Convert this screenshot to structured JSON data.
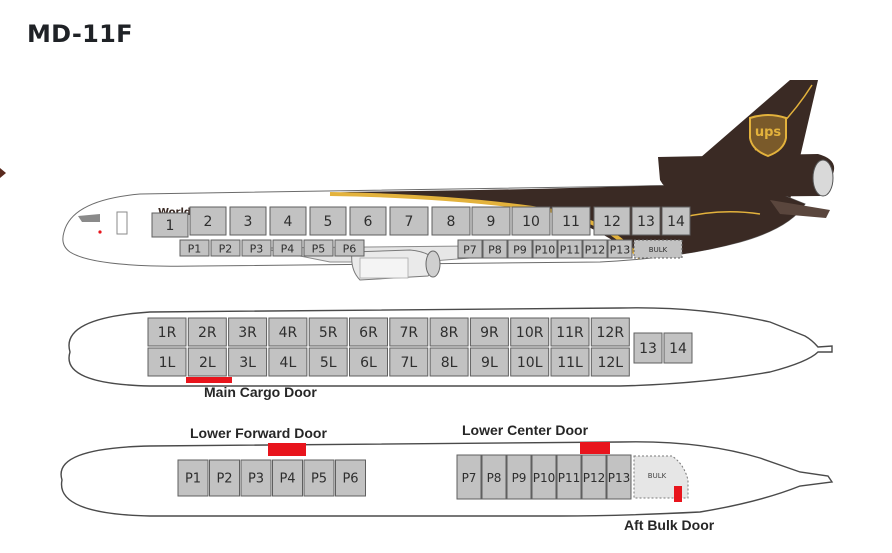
{
  "title": "MD-11F",
  "brand": "ups",
  "tail_text": "Worldwide",
  "colors": {
    "brown": "#3a2a24",
    "gold": "#e3b23c",
    "door": "#e8141c",
    "slot_fill": "#c2c2c2"
  },
  "side_view": {
    "main_positions": [
      "1",
      "2",
      "3",
      "4",
      "5",
      "6",
      "7",
      "8",
      "9",
      "10",
      "11",
      "12",
      "13",
      "14"
    ],
    "lower_forward": [
      "P1",
      "P2",
      "P3",
      "P4",
      "P5",
      "P6"
    ],
    "lower_aft": [
      "P7",
      "P8",
      "P9",
      "P10",
      "P11",
      "P12",
      "P13"
    ],
    "bulk": "BULK"
  },
  "main_deck": {
    "right": [
      "1R",
      "2R",
      "3R",
      "4R",
      "5R",
      "6R",
      "7R",
      "8R",
      "9R",
      "10R",
      "11R",
      "12R"
    ],
    "left": [
      "1L",
      "2L",
      "3L",
      "4L",
      "5L",
      "6L",
      "7L",
      "8L",
      "9L",
      "10L",
      "11L",
      "12L"
    ],
    "aft": [
      "13",
      "14"
    ],
    "door_label": "Main Cargo Door"
  },
  "lower_deck": {
    "forward": [
      "P1",
      "P2",
      "P3",
      "P4",
      "P5",
      "P6"
    ],
    "aft": [
      "P7",
      "P8",
      "P9",
      "P10",
      "P11",
      "P12",
      "P13"
    ],
    "bulk": "BULK",
    "forward_door_label": "Lower Forward Door",
    "center_door_label": "Lower Center Door",
    "bulk_door_label": "Aft Bulk Door"
  }
}
